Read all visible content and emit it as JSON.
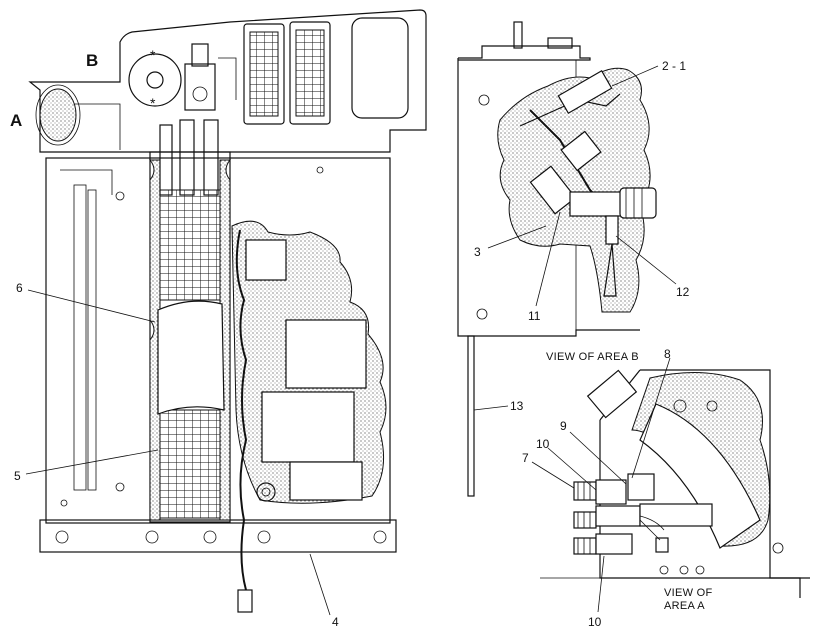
{
  "diagram": {
    "main_view": {
      "area_markers": [
        "A",
        "B"
      ],
      "callouts": [
        "6",
        "5",
        "4"
      ]
    },
    "view_b": {
      "caption": "VIEW OF AREA B",
      "callouts": [
        "2 - 1",
        "3",
        "11",
        "12",
        "13"
      ]
    },
    "view_a": {
      "caption_line1": "VIEW OF",
      "caption_line2": "AREA A",
      "callouts": [
        "8",
        "9",
        "10",
        "7",
        "10"
      ]
    }
  }
}
